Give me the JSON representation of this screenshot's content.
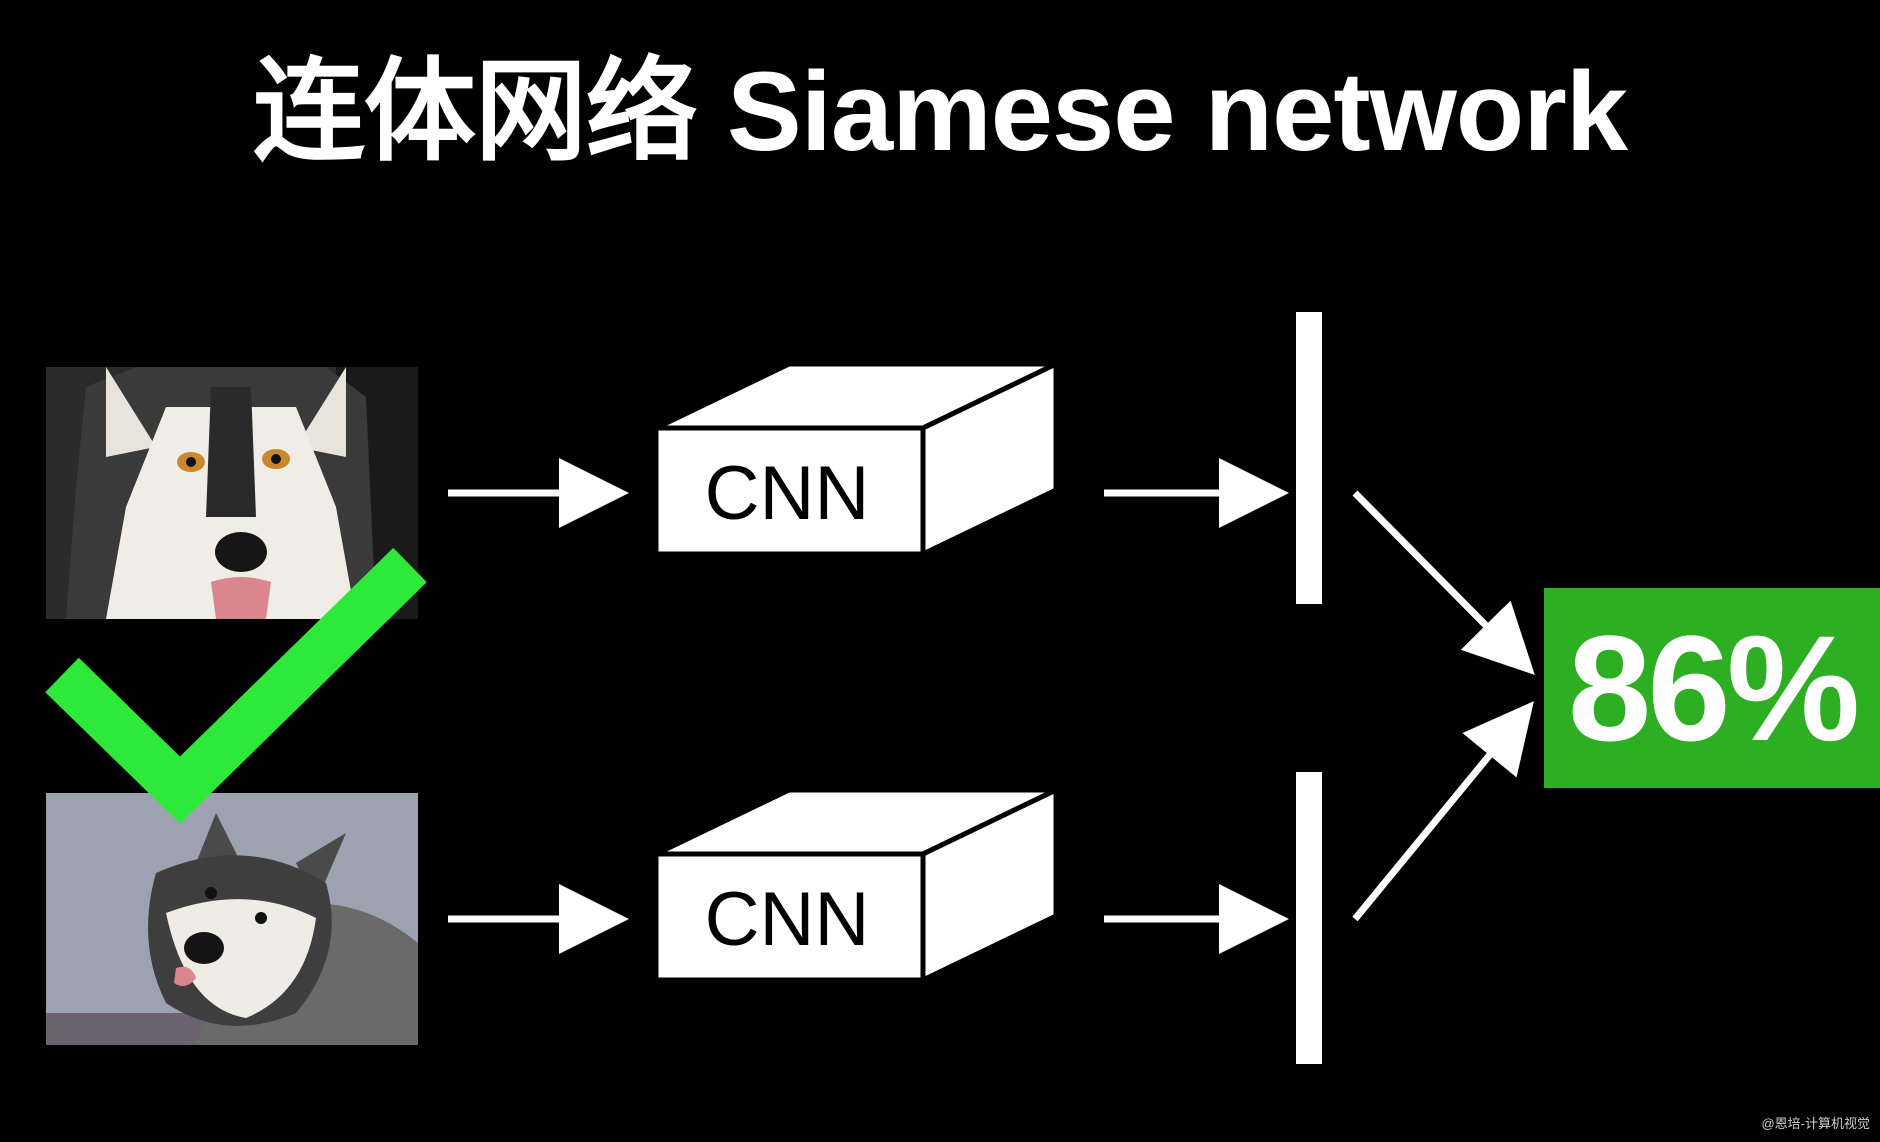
{
  "title": "连体网络 Siamese network",
  "blocks": {
    "top_label": "CNN",
    "bottom_label": "CNN"
  },
  "result": {
    "value": "86%",
    "color": "#2eae22"
  },
  "check_mark": {
    "icon": "check-mark-icon",
    "color": "#2ee83a"
  },
  "images": {
    "top": "husky-photo-top",
    "bottom": "malamute-photo-bottom"
  },
  "watermark": "@恩培-计算机视觉"
}
